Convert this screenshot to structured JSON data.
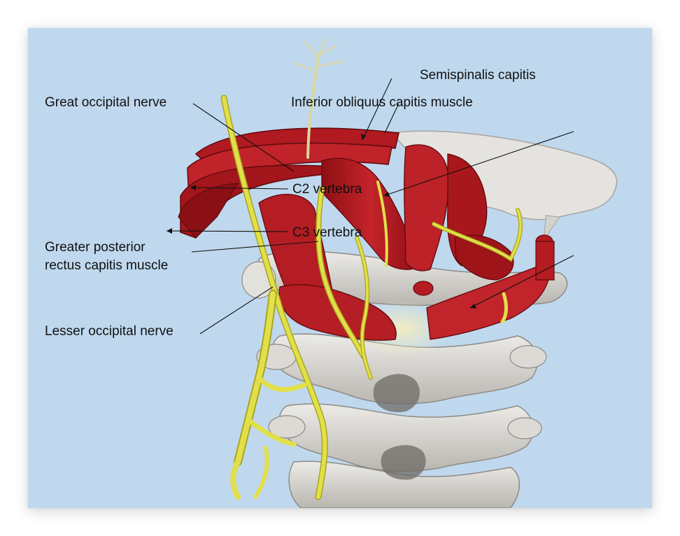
{
  "labels": {
    "semispinalis": "Semispinalis capitis",
    "great_occipital": "Great occipital nerve",
    "inferior_obliquus": "Inferior obliquus capitis muscle",
    "c2": "C2 vertebra",
    "c3": "C3 vertebra",
    "greater_posterior_line1": "Greater posterior",
    "greater_posterior_line2": "rectus capitis muscle",
    "lesser_occipital": "Lesser occipital nerve"
  },
  "colors": {
    "background": "#bfd8ee",
    "muscle": "#b3181e",
    "muscle_dark": "#7a0c10",
    "bone": "#d8d6d1",
    "bone_dark": "#8f8c86",
    "nerve": "#dedc3c",
    "nerve_dark": "#a9a520",
    "skull": "#e4e2de"
  }
}
